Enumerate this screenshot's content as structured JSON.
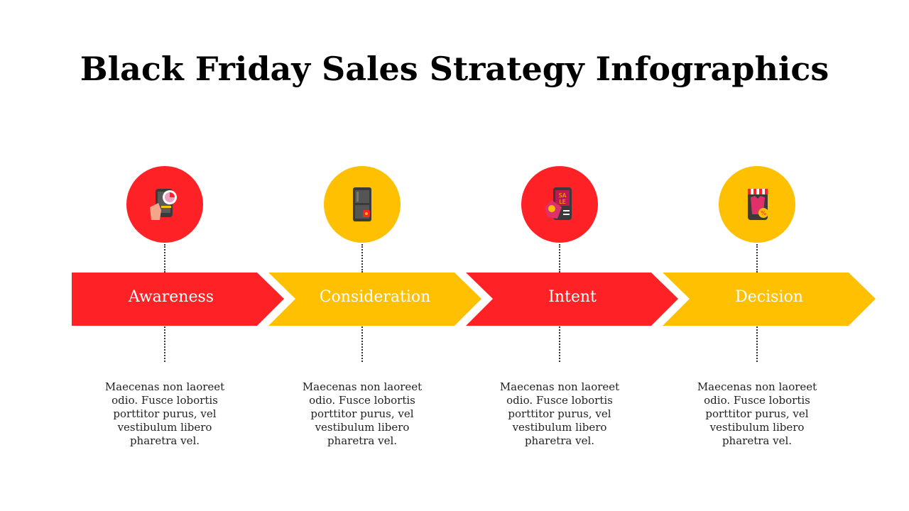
{
  "title": "Black Friday Sales Strategy Infographics",
  "colors": {
    "red": "#fe2227",
    "yellow": "#fec000",
    "text": "#222222"
  },
  "stages": [
    {
      "label": "Awareness",
      "color": "red",
      "icon": "phone-chart-icon",
      "description": "Maecenas non laoreet odio. Fusce lobortis porttitor purus, vel vestibulum libero pharetra vel."
    },
    {
      "label": "Consideration",
      "color": "yellow",
      "icon": "store-door-icon",
      "description": "Maecenas non laoreet odio. Fusce lobortis porttitor purus, vel vestibulum libero pharetra vel."
    },
    {
      "label": "Intent",
      "color": "red",
      "icon": "sale-tag-phone-icon",
      "description": "Maecenas non laoreet odio. Fusce lobortis porttitor purus, vel vestibulum libero pharetra vel."
    },
    {
      "label": "Decision",
      "color": "yellow",
      "icon": "shop-phone-icon",
      "description": "Maecenas non laoreet odio. Fusce lobortis porttitor purus, vel vestibulum libero pharetra vel."
    }
  ]
}
